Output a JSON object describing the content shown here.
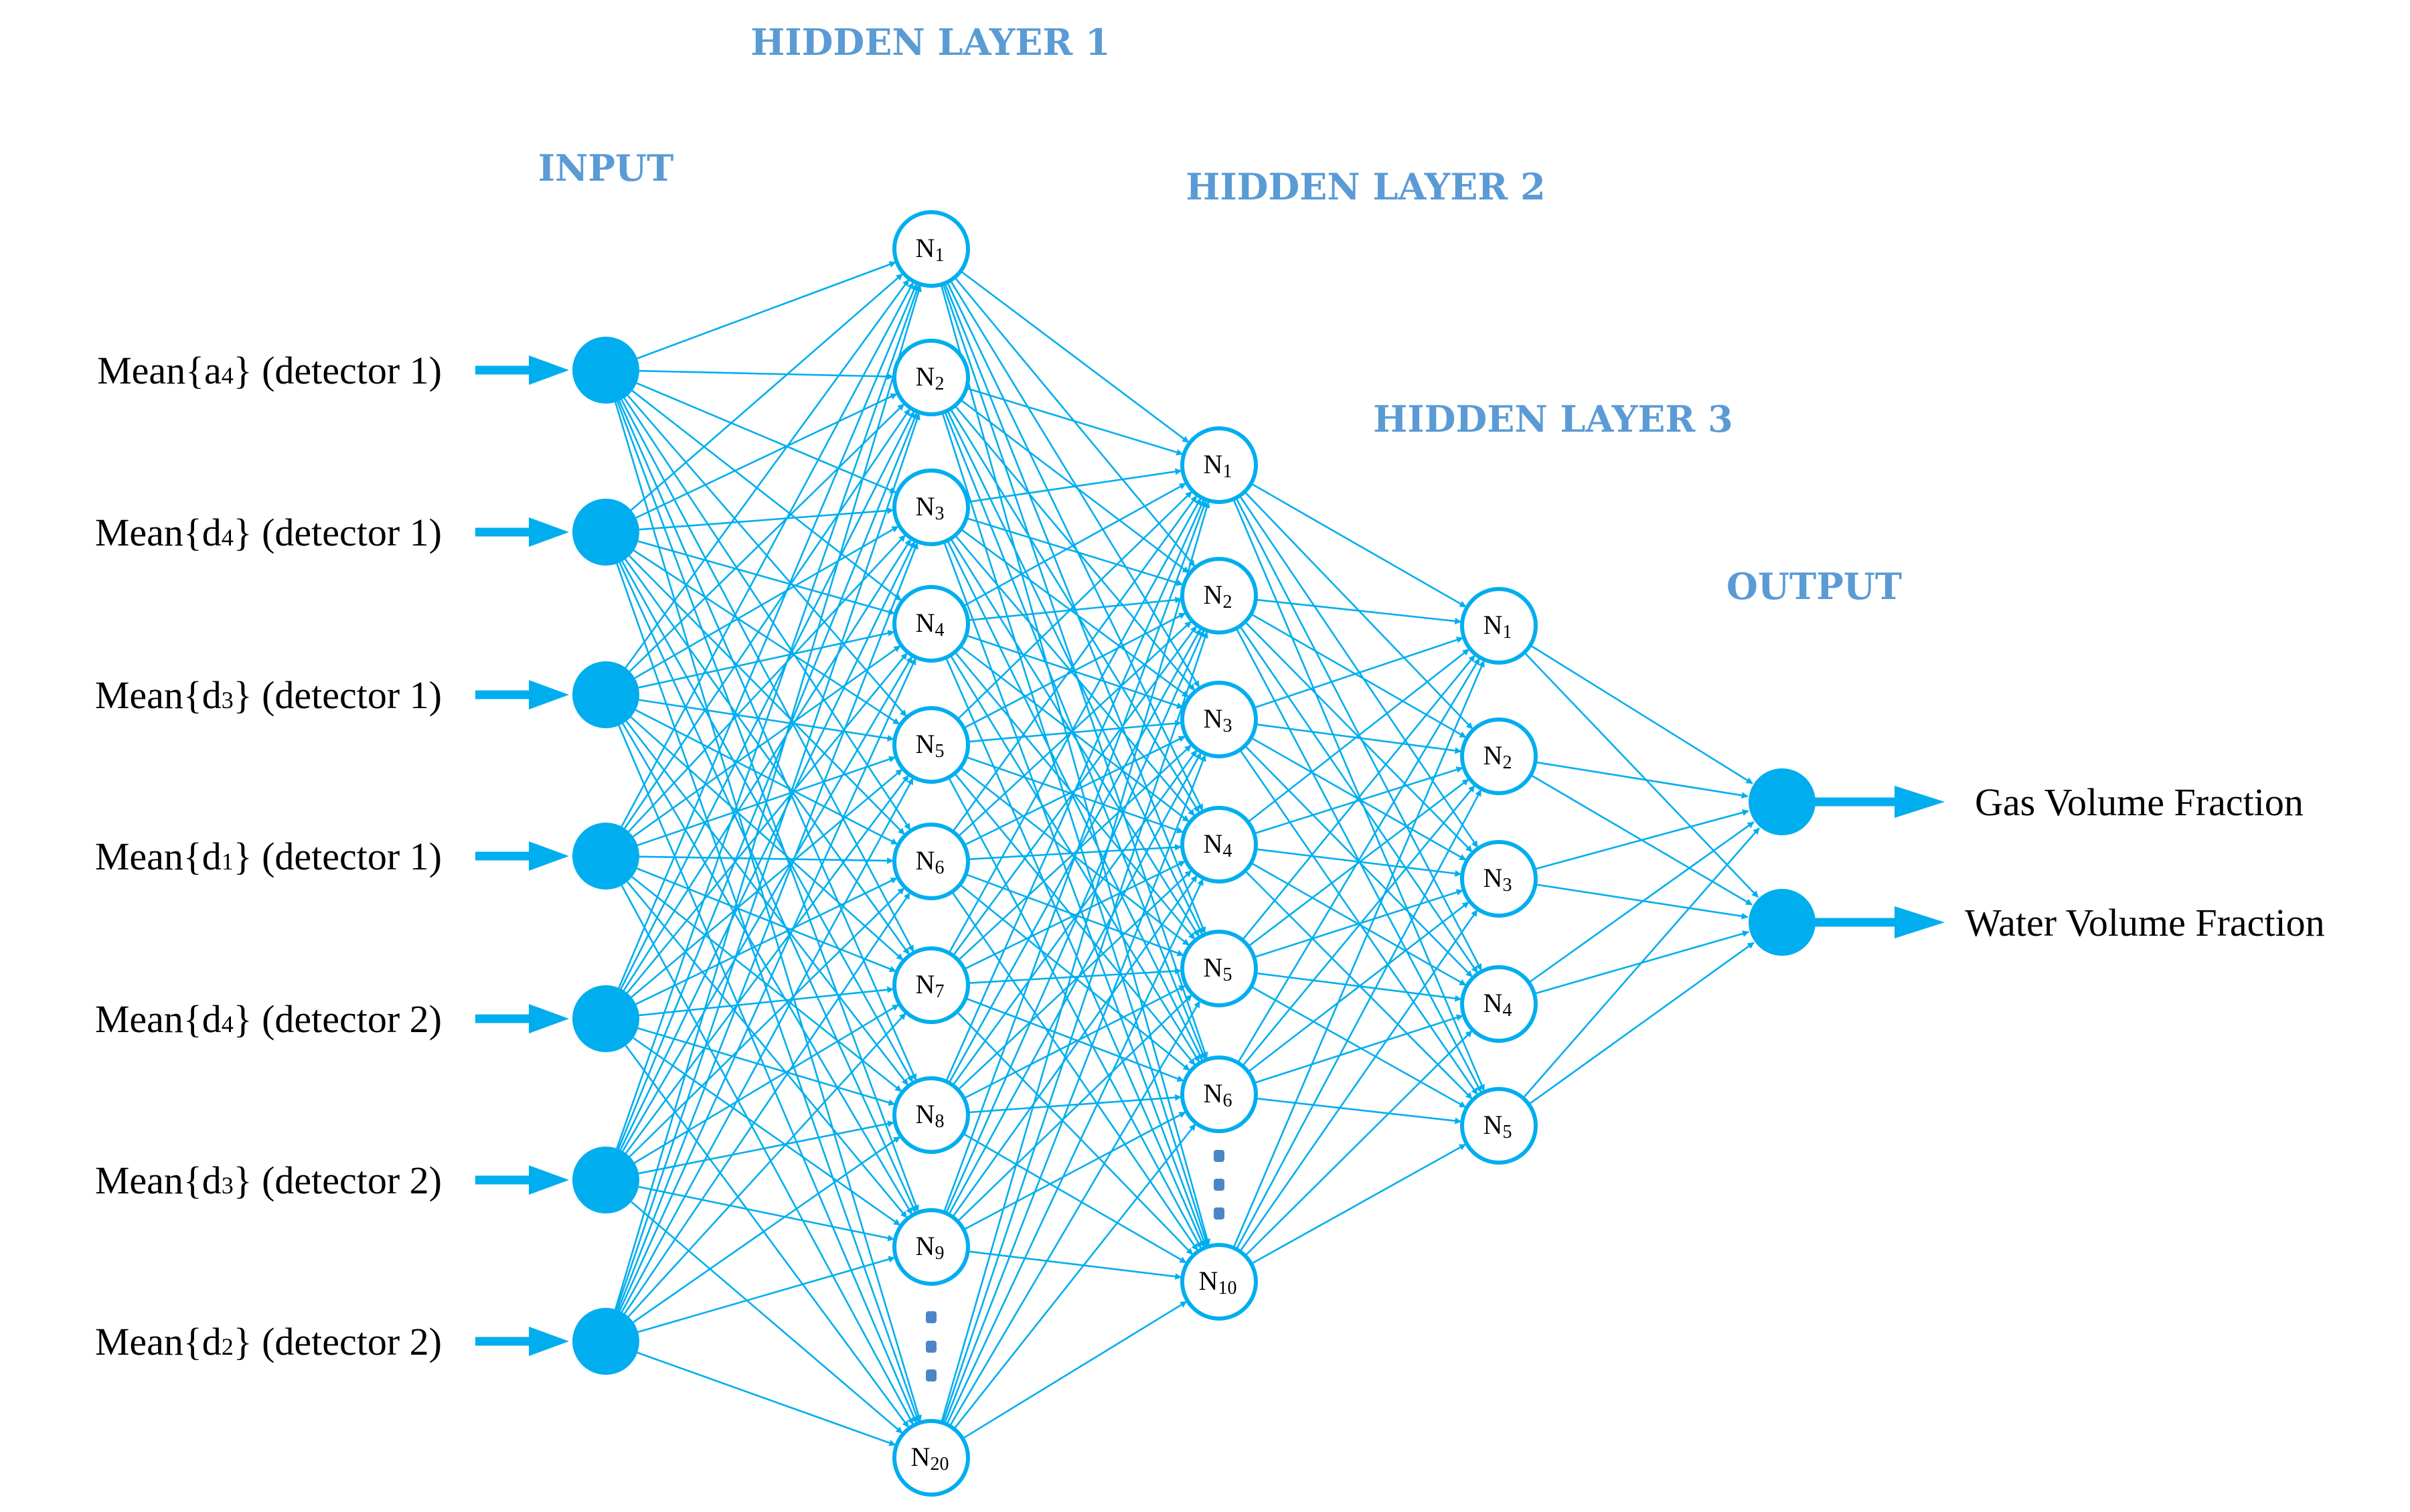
{
  "colors": {
    "node": "#00aeef",
    "edge": "#00aeef",
    "title": "#5b9bd5",
    "dots": "#4a86c8",
    "text": "#000000"
  },
  "layer_titles": {
    "input": "INPUT",
    "hidden1": "HIDDEN LAYER 1",
    "hidden2": "HIDDEN LAYER 2",
    "hidden3": "HIDDEN LAYER 3",
    "output": "OUTPUT"
  },
  "inputs": [
    {
      "main": "Mean{a",
      "sub": "4",
      "tail": "} (detector 1)"
    },
    {
      "main": "Mean{d",
      "sub": "4",
      "tail": "} (detector 1)"
    },
    {
      "main": "Mean{d",
      "sub": "3",
      "tail": "} (detector 1)"
    },
    {
      "main": "Mean{d",
      "sub": "1",
      "tail": "} (detector 1)"
    },
    {
      "main": "Mean{d",
      "sub": "4",
      "tail": "} (detector 2)"
    },
    {
      "main": "Mean{d",
      "sub": "3",
      "tail": "} (detector 2)"
    },
    {
      "main": "Mean{d",
      "sub": "2",
      "tail": "} (detector 2)"
    }
  ],
  "hidden1": [
    {
      "main": "N",
      "sub": "1"
    },
    {
      "main": "N",
      "sub": "2"
    },
    {
      "main": "N",
      "sub": "3"
    },
    {
      "main": "N",
      "sub": "4"
    },
    {
      "main": "N",
      "sub": "5"
    },
    {
      "main": "N",
      "sub": "6"
    },
    {
      "main": "N",
      "sub": "7"
    },
    {
      "main": "N",
      "sub": "8"
    },
    {
      "main": "N",
      "sub": "9"
    },
    {
      "main": "N",
      "sub": "20"
    }
  ],
  "hidden2": [
    {
      "main": "N",
      "sub": "1"
    },
    {
      "main": "N",
      "sub": "2"
    },
    {
      "main": "N",
      "sub": "3"
    },
    {
      "main": "N",
      "sub": "4"
    },
    {
      "main": "N",
      "sub": "5"
    },
    {
      "main": "N",
      "sub": "6"
    },
    {
      "main": "N",
      "sub": "10"
    }
  ],
  "hidden3": [
    {
      "main": "N",
      "sub": "1"
    },
    {
      "main": "N",
      "sub": "2"
    },
    {
      "main": "N",
      "sub": "3"
    },
    {
      "main": "N",
      "sub": "4"
    },
    {
      "main": "N",
      "sub": "5"
    }
  ],
  "outputs": [
    {
      "label": "Gas Volume Fraction"
    },
    {
      "label": "Water Volume Fraction"
    }
  ]
}
